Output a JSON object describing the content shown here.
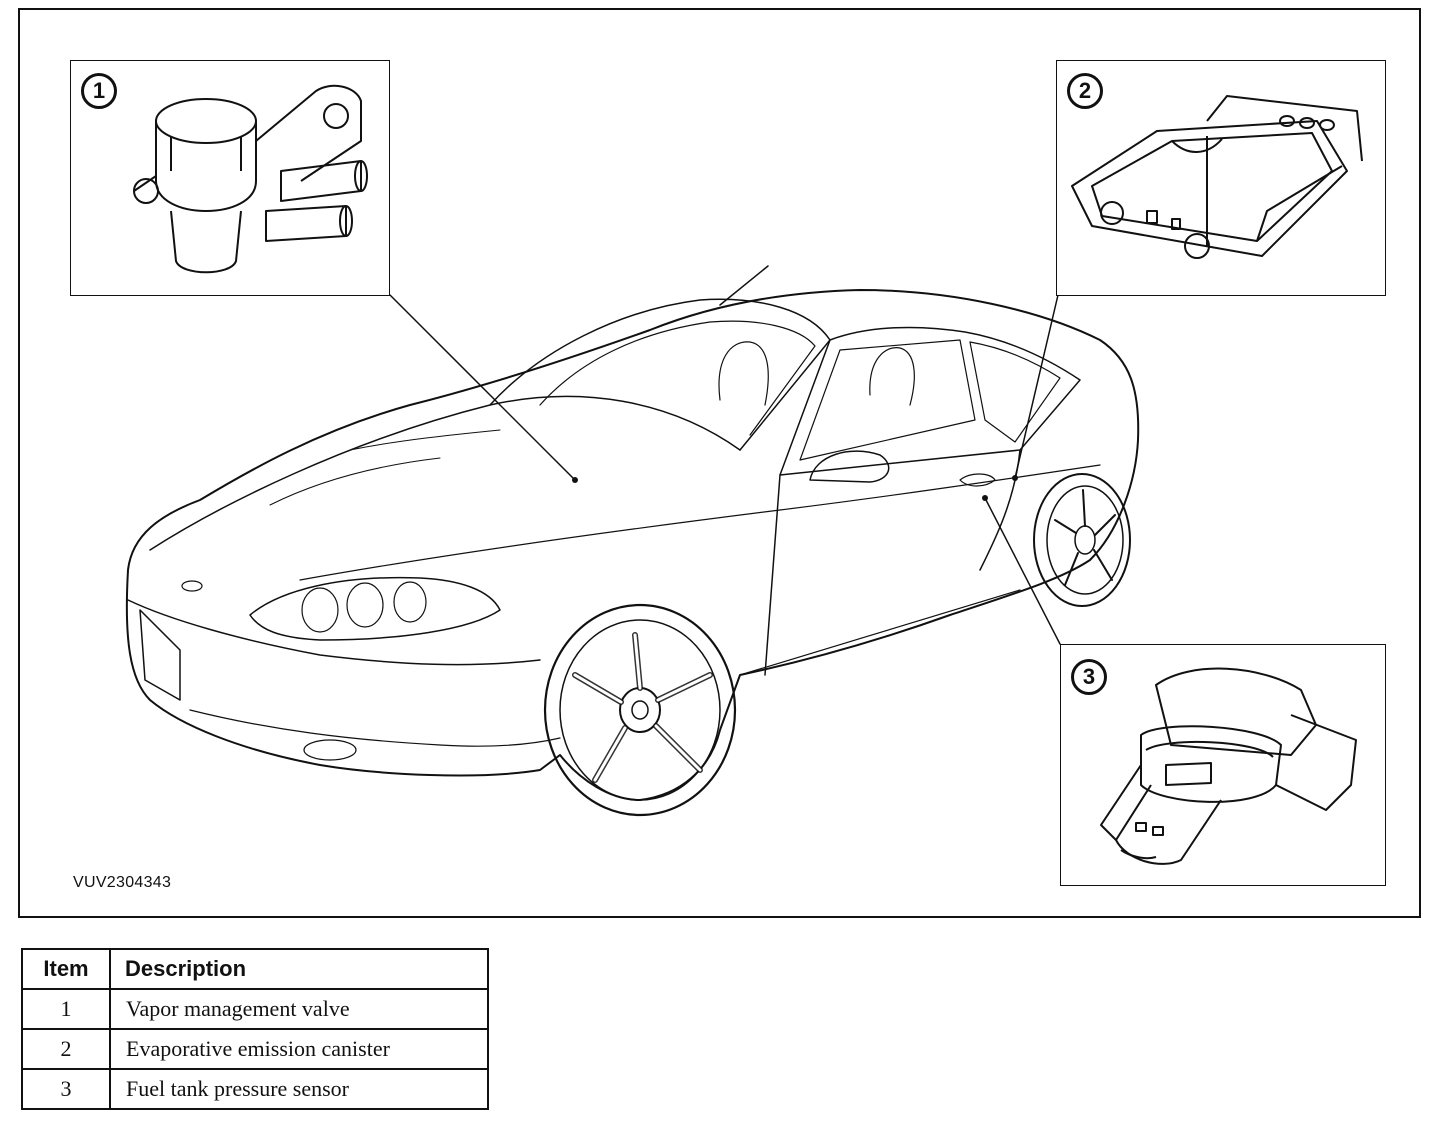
{
  "figure": {
    "code": "VUV2304343",
    "callouts": [
      {
        "number": "1",
        "part": "Vapor management valve"
      },
      {
        "number": "2",
        "part": "Evaporative emission canister"
      },
      {
        "number": "3",
        "part": "Fuel tank pressure sensor"
      }
    ]
  },
  "legend": {
    "headers": {
      "item": "Item",
      "description": "Description"
    },
    "rows": [
      {
        "item": "1",
        "description": "Vapor management valve"
      },
      {
        "item": "2",
        "description": "Evaporative emission canister"
      },
      {
        "item": "3",
        "description": "Fuel tank pressure sensor"
      }
    ]
  }
}
